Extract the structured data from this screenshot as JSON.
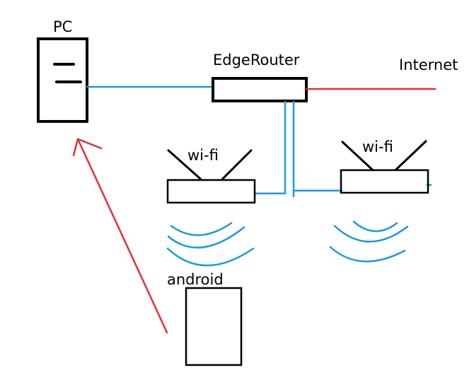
{
  "diagram": {
    "labels": {
      "pc": "PC",
      "router": "EdgeRouter",
      "internet": "Internet",
      "wifi_left": "wi-fi",
      "wifi_right": "wi-fi",
      "android": "android"
    },
    "colors": {
      "device_outline": "#000000",
      "lan_link": "#1a9bd8",
      "wan_link": "#e0303a",
      "wireless_signal": "#1a9bd8",
      "traffic_arrow": "#e0303a"
    }
  }
}
